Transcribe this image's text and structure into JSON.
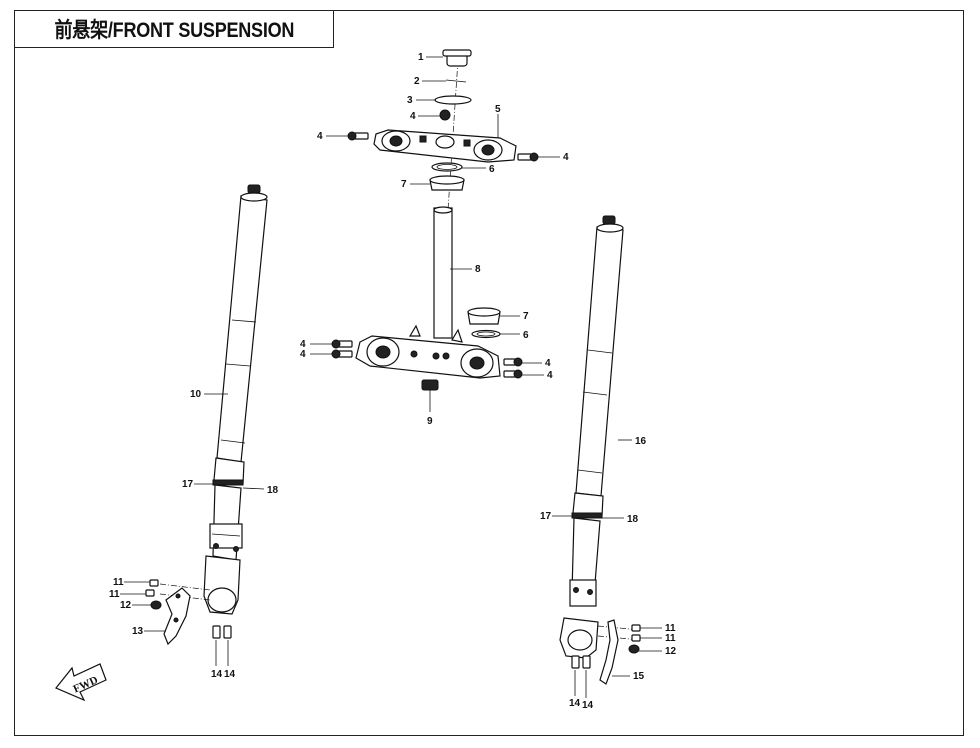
{
  "title": "前悬架/FRONT SUSPENSION",
  "fwd_label": "FWD",
  "callouts": [
    {
      "id": "c1",
      "text": "1"
    },
    {
      "id": "c2",
      "text": "2"
    },
    {
      "id": "c3",
      "text": "3"
    },
    {
      "id": "c4a",
      "text": "4"
    },
    {
      "id": "c4b",
      "text": "4"
    },
    {
      "id": "c4c",
      "text": "4"
    },
    {
      "id": "c5",
      "text": "5"
    },
    {
      "id": "c6a",
      "text": "6"
    },
    {
      "id": "c7a",
      "text": "7"
    },
    {
      "id": "c8",
      "text": "8"
    },
    {
      "id": "c7b",
      "text": "7"
    },
    {
      "id": "c6b",
      "text": "6"
    },
    {
      "id": "c4d",
      "text": "4"
    },
    {
      "id": "c4e",
      "text": "4"
    },
    {
      "id": "c4f",
      "text": "4"
    },
    {
      "id": "c4g",
      "text": "4"
    },
    {
      "id": "c9",
      "text": "9"
    },
    {
      "id": "c10",
      "text": "10"
    },
    {
      "id": "c16",
      "text": "16"
    },
    {
      "id": "c17a",
      "text": "17"
    },
    {
      "id": "c18a",
      "text": "18"
    },
    {
      "id": "c17b",
      "text": "17"
    },
    {
      "id": "c18b",
      "text": "18"
    },
    {
      "id": "c11a",
      "text": "11"
    },
    {
      "id": "c11b",
      "text": "11"
    },
    {
      "id": "c12a",
      "text": "12"
    },
    {
      "id": "c13",
      "text": "13"
    },
    {
      "id": "c14a",
      "text": "14"
    },
    {
      "id": "c14b",
      "text": "14"
    },
    {
      "id": "c11c",
      "text": "11"
    },
    {
      "id": "c11d",
      "text": "11"
    },
    {
      "id": "c12b",
      "text": "12"
    },
    {
      "id": "c15",
      "text": "15"
    },
    {
      "id": "c14c",
      "text": "14"
    },
    {
      "id": "c14d",
      "text": "14"
    }
  ]
}
